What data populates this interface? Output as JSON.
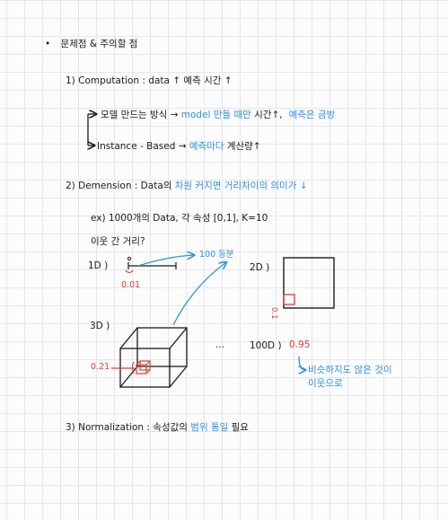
{
  "title": {
    "bullet": "•",
    "text": "문제점 & 주의할 점"
  },
  "items": {
    "i1": {
      "label": "1) Computation : data ↑ 예측 시간 ↑"
    },
    "i1a": {
      "prefix": "모델 만드는 방식 → ",
      "blue1": "model 만들 때만",
      "mid": " 시간↑,",
      "blue2": "예측은 금방"
    },
    "i1b": {
      "prefix": "Instance - Based → ",
      "blue": "예측마다",
      "suffix": " 계산량↑"
    },
    "i2": {
      "prefix": "2) Demension : Data의 ",
      "blue": "차원 커지면 거리차이의 의미가 ↓"
    },
    "i3": {
      "prefix": "3) Normalization : 속성값의 ",
      "blue": "범위 통일",
      "suffix": " 필요"
    }
  },
  "example": {
    "line": "ex) 1000개의 Data, 각 속성 [0,1], K=10",
    "question": "이웃 간 거리?",
    "label_100": "100 등분",
    "d1": {
      "label": "1D )",
      "value": "0.01"
    },
    "d2": {
      "label": "2D )",
      "value": "0.1"
    },
    "d3": {
      "label": "3D )",
      "value": "0.21"
    },
    "ellipsis": "...",
    "d100": {
      "label": "100D )",
      "value": "0.95"
    },
    "note_line1": "비슷하지도 않은 것이",
    "note_line2": "이웃으로"
  },
  "colors": {
    "blue": "#2f8ee8",
    "red": "#e23b3b",
    "ink": "#1a1a1a"
  }
}
